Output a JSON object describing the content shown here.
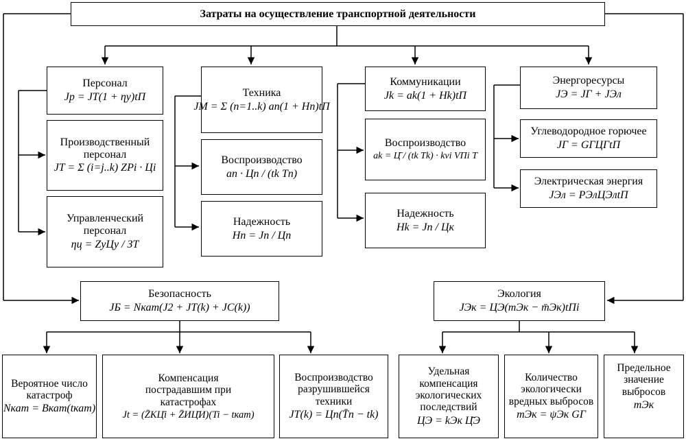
{
  "root": {
    "title": "Затраты на осуществление транспортной деятельности"
  },
  "personnel": {
    "title": "Персонал",
    "formula": "Jp = JT(1 + ηу)tП",
    "production": {
      "title": "Производственный персонал",
      "formula": "JT = Σ (i=j..k) ZPi · Цi"
    },
    "management": {
      "title": "Управленческий персонал",
      "formula": "ηц = ZуЦу / ЗT"
    }
  },
  "technics": {
    "title": "Техника",
    "formula": "JM = Σ (n=1..k) an(1 + Hn)tП",
    "reproduction": {
      "title": "Воспроизводство",
      "formula": "an · Цn / (tk Tn)"
    },
    "reliability": {
      "title": "Надежность",
      "formula": "Hn = Jn / Цn"
    }
  },
  "communications": {
    "title": "Коммуникации",
    "formula": "Jk = ak(1 + Hk)tП",
    "reproduction": {
      "title": "Воспроизводство",
      "formula": "ak = Ц̄ / (tk Tk) · kvi VПi T"
    },
    "reliability": {
      "title": "Надежность",
      "formula": "Hk = Jn / Цк"
    }
  },
  "energy": {
    "title": "Энергоресурсы",
    "formula": "JЭ = JГ + JЭл",
    "fuel": {
      "title": "Углеводородное горючее",
      "formula": "JГ = GГЦГtП"
    },
    "electric": {
      "title": "Электрическая энергия",
      "formula": "JЭл = PЭлЦЭлtП"
    }
  },
  "safety": {
    "title": "Безопасность",
    "formula": "JБ = Nкат(J2 + JT(k) + JC(k))",
    "probable": {
      "title": "Вероятное число катастроф",
      "formula": "Nкат = Bкат(tкат)"
    },
    "compensation": {
      "title": "Компенсация пострадавшим при катастрофах",
      "formula": "Jt = (Z̄KЦ̄i + Z̄ИЦ̄И)(Ti − tкат)"
    },
    "restoration": {
      "title": "Воспроизводство разрушившейся техники",
      "formula": "JT(k) = Цn(T̄n − tk)"
    }
  },
  "ecology": {
    "title": "Экология",
    "formula": "JЭк = ЦЭ(mЭк − m̄Эк)tПi",
    "compensation": {
      "title": "Удельная компенсация экологических последствий",
      "formula": "ЦЭ = kЭк Ц̄Э"
    },
    "emissions": {
      "title": "Количество экологически вредных выбросов",
      "formula": "mЭк = ψЭк GГ"
    },
    "limit": {
      "title": "Предельное значение выбросов",
      "formula": "mЭк"
    }
  }
}
